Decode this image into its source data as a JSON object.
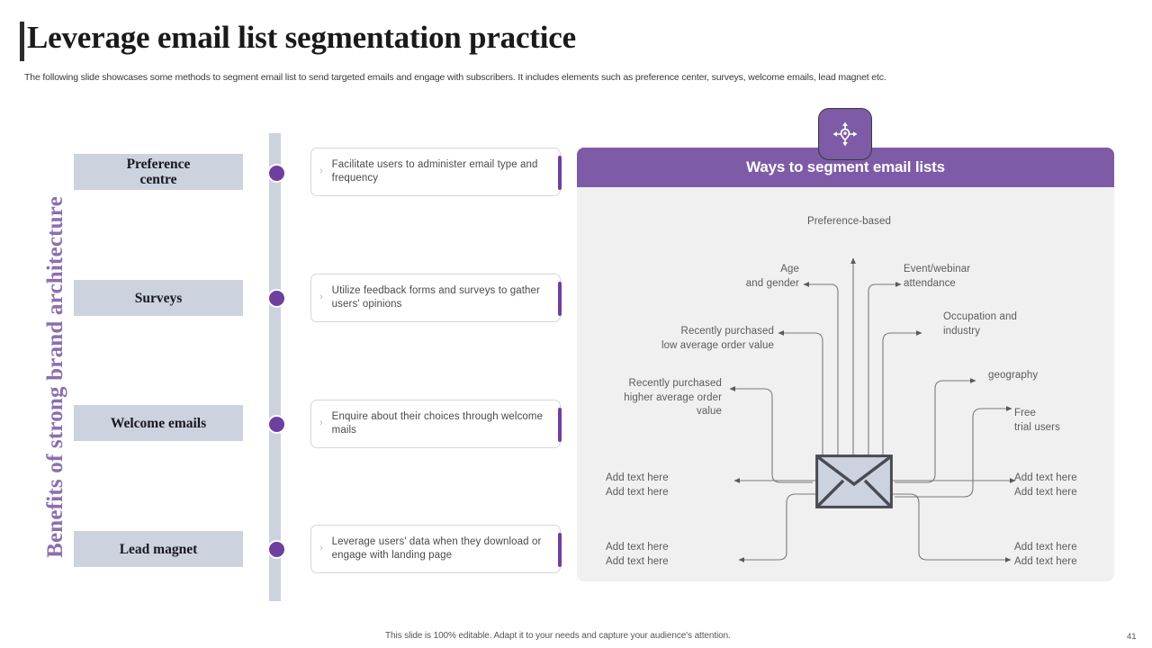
{
  "header": {
    "title": "Leverage email list segmentation practice",
    "subtitle": "The following slide showcases some methods to segment email list to send targeted emails and engage with subscribers. It includes elements such as preference center, surveys, welcome emails, lead magnet etc."
  },
  "side_label": "Benefits of strong brand architecture",
  "colors": {
    "accent_purple": "#7d5ba6",
    "dot_purple": "#6f3fa0",
    "stage_box_gray": "#ccd2de",
    "panel_bg": "#f1f0f1",
    "side_label_purple": "#8b6fae"
  },
  "stages": [
    {
      "label": "Preference\ncentre",
      "callout": "Facilitate users to administer email type and frequency"
    },
    {
      "label": "Surveys",
      "callout": "Utilize feedback forms and surveys to gather users' opinions"
    },
    {
      "label": "Welcome emails",
      "callout": "Enquire about their choices through welcome mails"
    },
    {
      "label": "Lead magnet",
      "callout": "Leverage users' data when they download or engage with landing page"
    }
  ],
  "callout_bullet": "›",
  "diagram": {
    "title": "Ways to segment email lists",
    "badge_icon": "move-location-icon",
    "center_icon": "envelope-icon",
    "nodes": [
      {
        "id": "preference-based",
        "text": "Preference-based"
      },
      {
        "id": "age-and-gender",
        "text": "Age\nand gender"
      },
      {
        "id": "event-webinar",
        "text": "Event/webinar\nattendance"
      },
      {
        "id": "occupation",
        "text": "Occupation and\nindustry"
      },
      {
        "id": "recent-low-aov",
        "text": "Recently purchased\nlow average  order value"
      },
      {
        "id": "recent-high-aov",
        "text": "Recently purchased\nhigher  average  order\nvalue"
      },
      {
        "id": "geography",
        "text": "geography"
      },
      {
        "id": "free-trial",
        "text": "Free\ntrial users"
      },
      {
        "id": "left-mid",
        "text": "Add text here\nAdd text here"
      },
      {
        "id": "right-mid",
        "text": "Add text here\nAdd text here"
      },
      {
        "id": "left-bottom",
        "text": "Add text here\nAdd text here"
      },
      {
        "id": "right-bottom",
        "text": "Add text here\nAdd text here"
      }
    ]
  },
  "footer": {
    "note": "This slide is 100% editable.  Adapt it to your needs and capture your audience's attention.",
    "page_number": "41"
  }
}
